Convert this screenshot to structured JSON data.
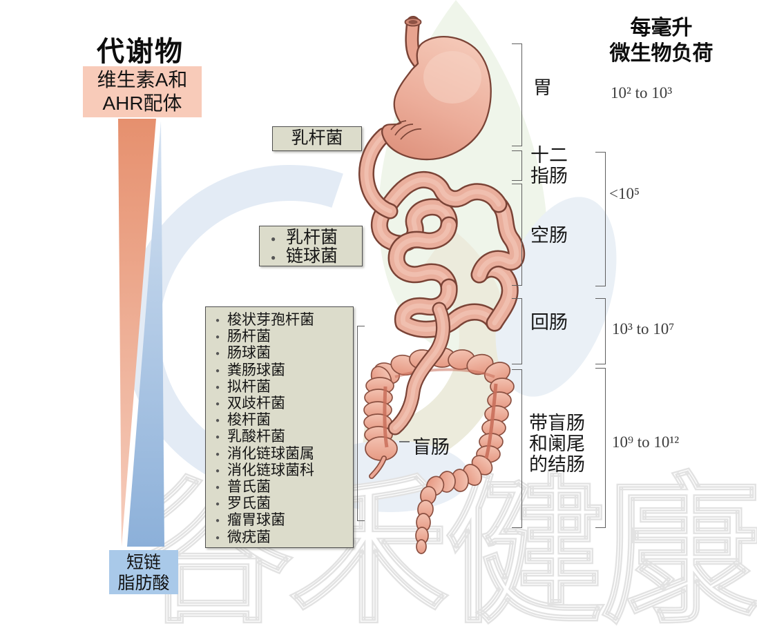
{
  "colors": {
    "metabolite_red_top": "#E6906E",
    "metabolite_red_bottom": "#F6CEBE",
    "metabolite_blue_top": "#D6E3F2",
    "metabolite_blue_bottom": "#8CB0D9",
    "vitamin_box_bg": "#F8CBB9",
    "scfa_box_bg": "#A9C9E9",
    "bacteria_box_bg": "#DCDCCB",
    "organ_fill": "#EDA997",
    "organ_outline": "#7A4336"
  },
  "left_panel": {
    "title": "代谢物",
    "vitamin_box": "维生素A和\nAHR配体",
    "scfa_box": "短链\n脂肪酸"
  },
  "gut_boxes": {
    "stomach_box": "乳杆菌",
    "small_intestine_box": [
      "乳杆菌",
      "链球菌"
    ],
    "colon_box": [
      "梭状芽孢杆菌",
      "肠杆菌",
      "肠球菌",
      "粪肠球菌",
      "拟杆菌",
      "双歧杆菌",
      "梭杆菌",
      "乳酸杆菌",
      "消化链球菌属",
      "消化链球菌科",
      "普氏菌",
      "罗氏菌",
      "瘤胃球菌",
      "微疣菌"
    ],
    "cecum_label": "盲肠"
  },
  "right_panel": {
    "title": "每毫升\n微生物负荷",
    "region_labels": [
      "胃",
      "十二\n指肠",
      "空肠",
      "回肠",
      "带盲肠\n和阑尾\n的结肠"
    ],
    "loads": [
      "10² to 10³",
      "<10⁵",
      "10³ to 10⁷",
      "10⁹ to 10¹²"
    ]
  },
  "watermark": "谷禾健康"
}
